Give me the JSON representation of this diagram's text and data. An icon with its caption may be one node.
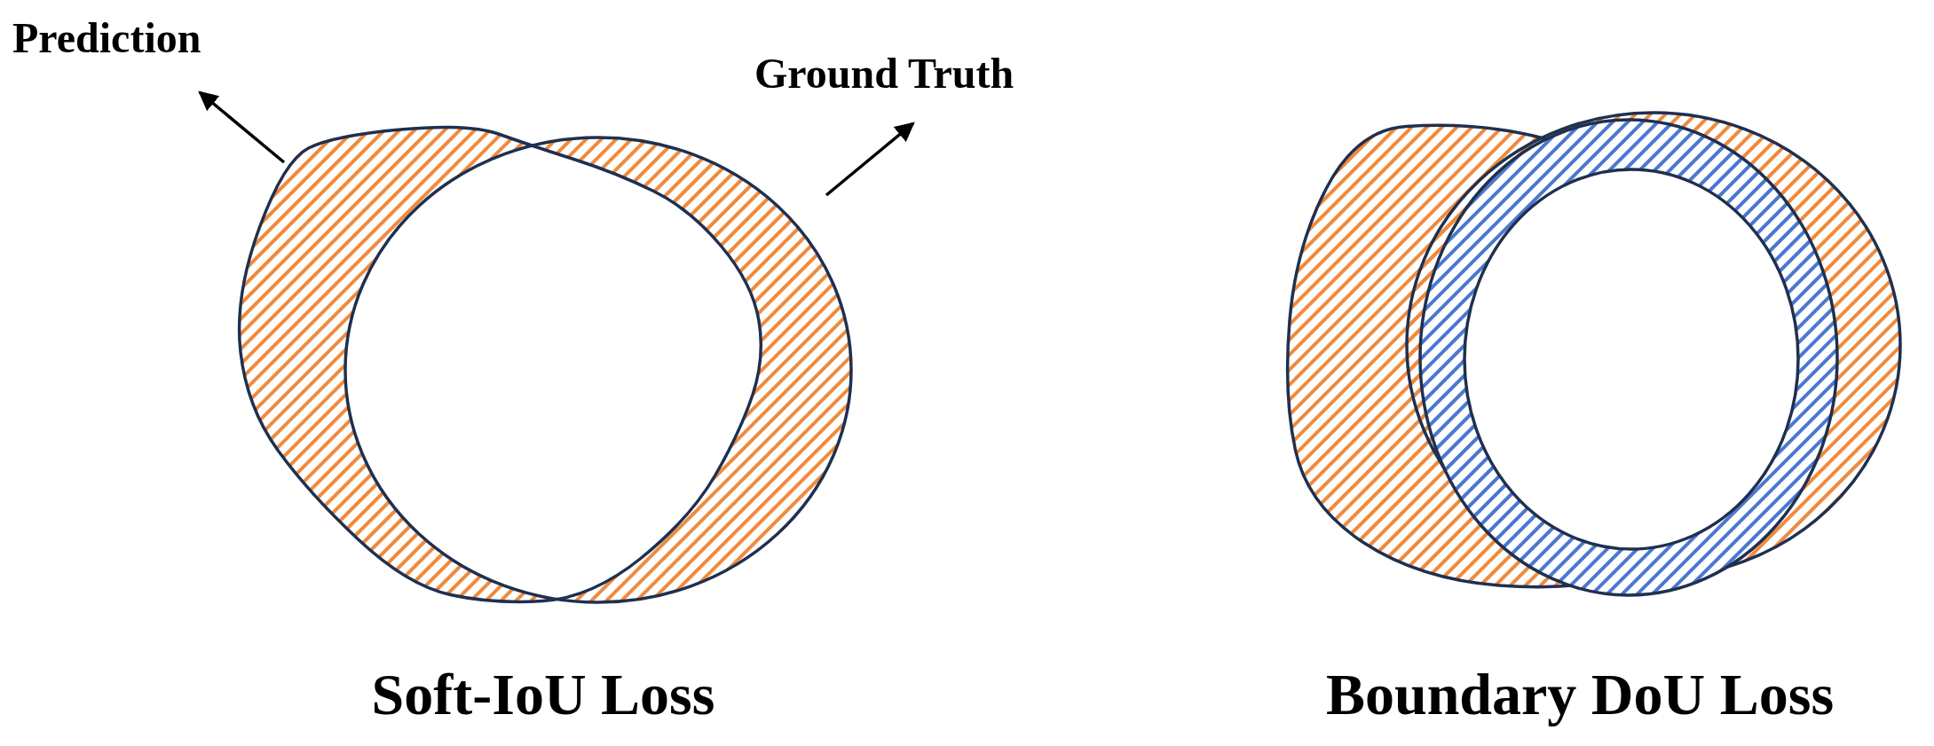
{
  "diagram": {
    "nodes": [
      {
        "text": [
          "Prediction"
        ]
      },
      {
        "text": [
          "Ground Truth"
        ]
      },
      {
        "text": [],
        "shape": "circle"
      },
      {
        "text": [],
        "shape": "circle"
      }
    ],
    "edges": [
      {
        "from": 2,
        "to": 0,
        "arrow": "to"
      },
      {
        "from": 3,
        "to": 1,
        "arrow": "to"
      }
    ],
    "labels": [
      "Soft-IoU Loss",
      "Boundary DoU Loss"
    ]
  }
}
